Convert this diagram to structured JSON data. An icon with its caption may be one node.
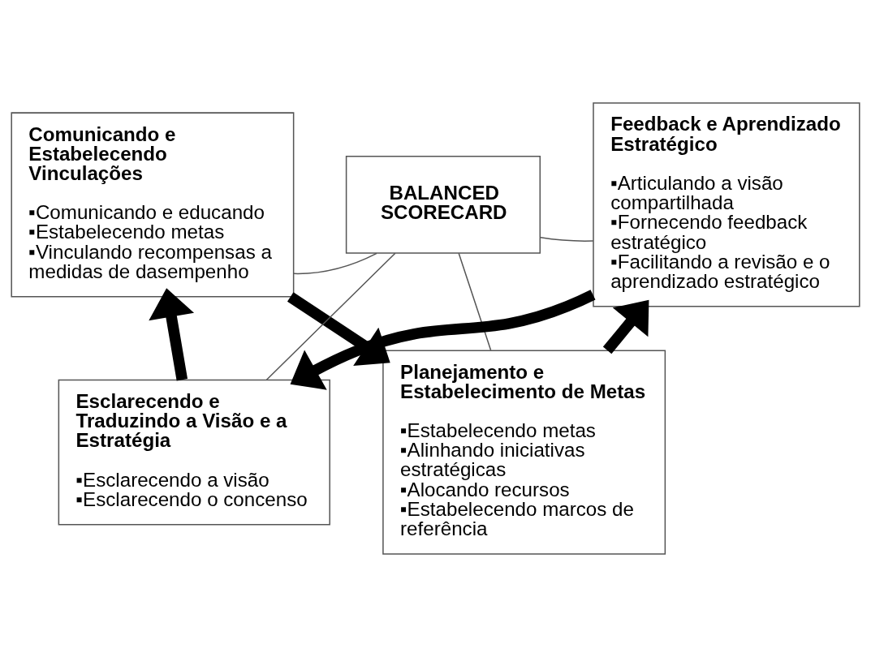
{
  "diagram": {
    "nodes": [
      {
        "text": [
          "Esclarecendo e Traduzindo a Visão e a Estratégia",
          "▪Esclarecendo a visão",
          "▪Esclarecendo o concenso"
        ]
      },
      {
        "text": [
          "Comunicando e Estabelecendo Vinculações",
          "▪Comunicando e educando",
          "▪Estabelecendo metas",
          "▪Vinculando recompensas a medidas de dasempenho"
        ]
      },
      {
        "text": [
          "BALANCED SCORECARD"
        ]
      },
      {
        "text": [
          "Feedback e Aprendizado Estratégico",
          "▪Articulando a visão compartilhada",
          "▪Fornecendo feedback estratégico",
          "▪Facilitando a revisão e o aprendizado estratégico"
        ]
      },
      {
        "text": [
          "Planejamento e Estabelecimento de Metas",
          "▪Estabelecendo metas",
          "▪Alinhando iniciativas estratégicas",
          "▪Alocando recursos",
          "▪Estabelecendo marcos de referência"
        ]
      }
    ],
    "edges": [
      {
        "from": 2,
        "to": 0,
        "arrow": "none"
      },
      {
        "from": 2,
        "to": 1,
        "arrow": "none"
      },
      {
        "from": 2,
        "to": 3,
        "arrow": "none"
      },
      {
        "from": 2,
        "to": 4,
        "arrow": "none"
      },
      {
        "from": 0,
        "to": 1,
        "arrow": "to",
        "style": "thick"
      },
      {
        "from": 1,
        "to": 4,
        "arrow": "to",
        "style": "thick"
      },
      {
        "from": 4,
        "to": 3,
        "arrow": "to",
        "style": "thick"
      },
      {
        "from": 3,
        "to": 0,
        "arrow": "to",
        "style": "thick"
      }
    ]
  }
}
